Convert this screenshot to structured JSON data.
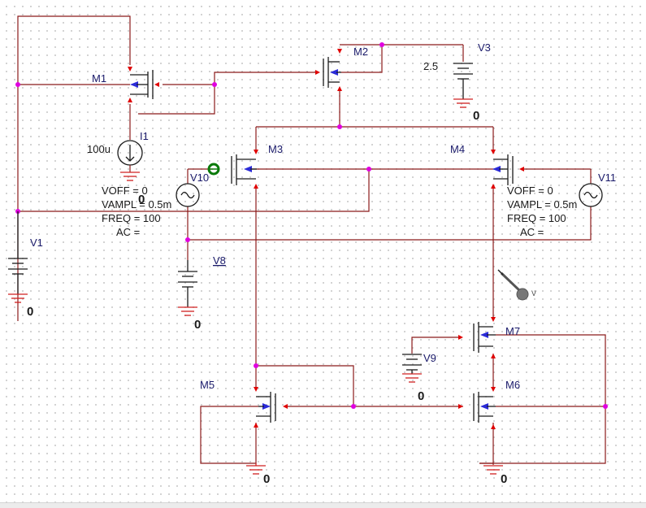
{
  "components": {
    "M1": "M1",
    "M2": "M2",
    "M3": "M3",
    "M4": "M4",
    "M5": "M5",
    "M6": "M6",
    "M7": "M7",
    "V1": "V1",
    "V3": "V3",
    "V8": "V8",
    "V9": "V9",
    "V10": "V10",
    "V11": "V11",
    "I1": "I1"
  },
  "values": {
    "I1": "100u",
    "V3": "2.5"
  },
  "v10_props": {
    "voff": "VOFF = 0",
    "vampl": "VAMPL = 0.5m",
    "freq": "FREQ = 100",
    "ac": "AC ="
  },
  "v11_props": {
    "voff": "VOFF = 0",
    "vampl": "VAMPL = 0.5m",
    "freq": "FREQ = 100",
    "ac": "AC ="
  },
  "ground_label": "0",
  "probe_label": "V",
  "colors": {
    "wire": "#8b1a1a",
    "pin": "#e00000",
    "junction": "#e000e0",
    "arrow": "#2b2bd8",
    "probe_marker": "#0a7a0a"
  }
}
